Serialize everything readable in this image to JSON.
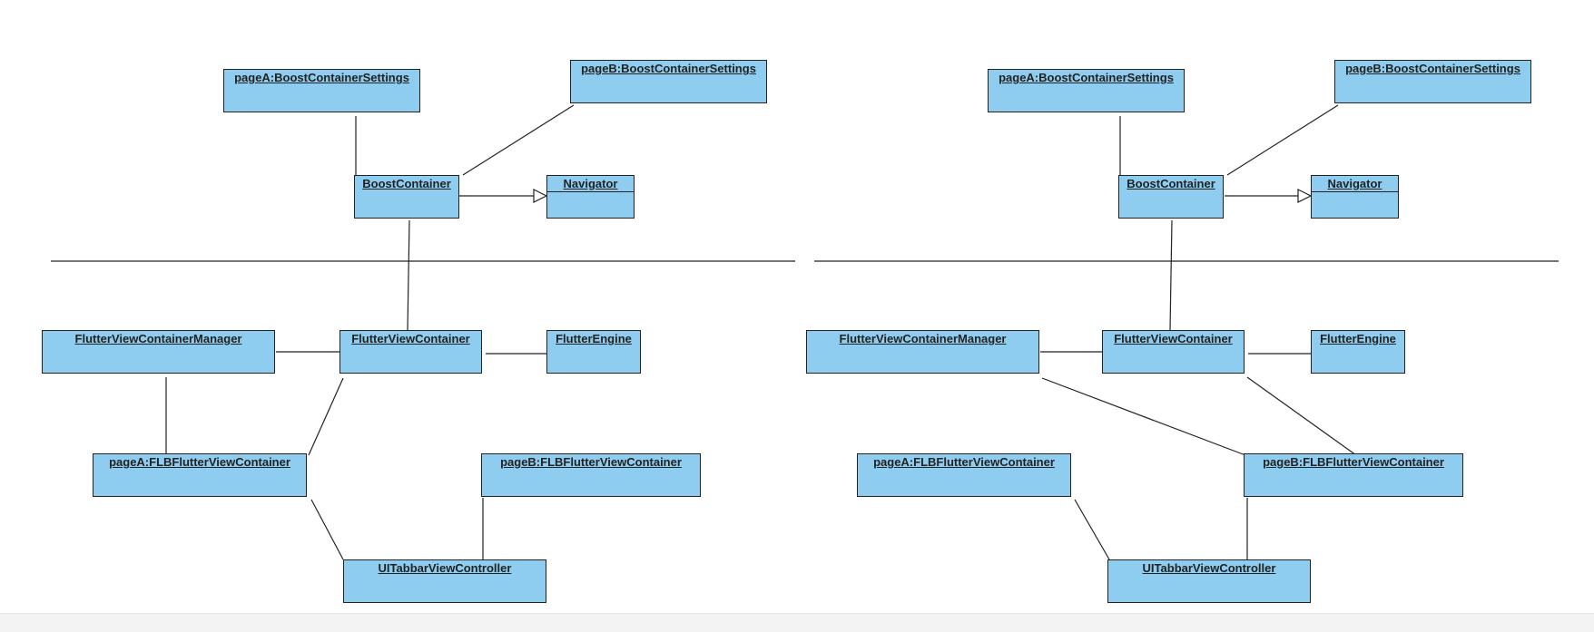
{
  "colors": {
    "box_fill": "#8ecdf0",
    "stroke": "#222222",
    "background": "#ffffff"
  },
  "diagrams": [
    {
      "id": "left",
      "boxes": {
        "pageA_settings": "pageA:BoostContainerSettings",
        "pageB_settings": "pageB:BoostContainerSettings",
        "boost_container": "BoostContainer",
        "navigator": "Navigator",
        "manager": "FlutterViewContainerManager",
        "view_container": "FlutterViewContainer",
        "engine": "FlutterEngine",
        "pageA_flb": "pageA:FLBFlutterViewContainer",
        "pageB_flb": "pageB:FLBFlutterViewContainer",
        "tabbar": "UITabbarViewController"
      }
    },
    {
      "id": "right",
      "boxes": {
        "pageA_settings": "pageA:BoostContainerSettings",
        "pageB_settings": "pageB:BoostContainerSettings",
        "boost_container": "BoostContainer",
        "navigator": "Navigator",
        "manager": "FlutterViewContainerManager",
        "view_container": "FlutterViewContainer",
        "engine": "FlutterEngine",
        "pageA_flb": "pageA:FLBFlutterViewContainer",
        "pageB_flb": "pageB:FLBFlutterViewContainer",
        "tabbar": "UITabbarViewController"
      }
    }
  ]
}
